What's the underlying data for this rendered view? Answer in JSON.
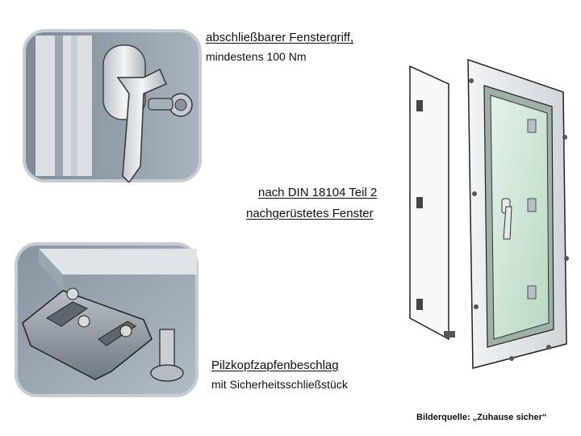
{
  "labels": {
    "handle_title": "abschließbarer Fenstergriff,",
    "handle_sub": "mindestens 100  Nm",
    "din_line1": "nach DIN 18104 Teil 2",
    "din_line2": "nachgerüstetes Fenster",
    "pilz_title": "Pilzkopfzapfenbeschlag",
    "pilz_sub": "mit Sicherheitsschließstück",
    "source": "Bilderquelle: „Zuhause sicher“"
  },
  "images": {
    "top_left": "lockable-window-handle-illustration",
    "bottom_left": "mushroom-head-pin-fitting-illustration",
    "right": "retrofitted-window-illustration"
  },
  "colors": {
    "panel_bg": "#8e9aa6",
    "panel_border": "#c4cdd6",
    "metal": "#d8dde2",
    "glass": "#cfe6d6",
    "outline": "#222222"
  }
}
